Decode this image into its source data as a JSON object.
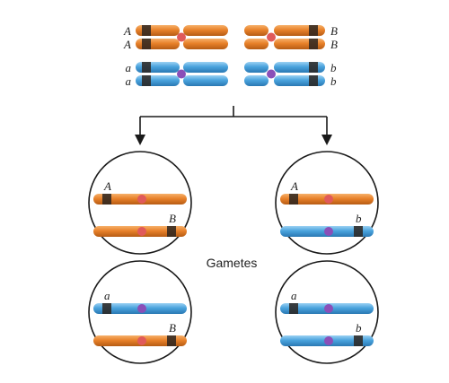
{
  "caption": "Gametes",
  "colors": {
    "orange": "#e8812a",
    "orange_dark": "#b65c14",
    "blue": "#4aa3dd",
    "blue_dark": "#2a78b3",
    "band": "#2b2420",
    "centromere_orange": "#e05a5a",
    "centromere_blue": "#8a4fb8",
    "line": "#1a1a1a"
  },
  "parent": {
    "pairs": [
      {
        "left": "A",
        "right": "B",
        "color": "orange"
      },
      {
        "left": "A",
        "right": "B",
        "color": "orange"
      },
      {
        "left": "a",
        "right": "b",
        "color": "blue"
      },
      {
        "left": "a",
        "right": "b",
        "color": "blue"
      }
    ]
  },
  "gametes": [
    {
      "top": {
        "color": "orange",
        "allele": "A"
      },
      "bottom": {
        "color": "orange",
        "allele": "B"
      }
    },
    {
      "top": {
        "color": "orange",
        "allele": "A"
      },
      "bottom": {
        "color": "blue",
        "allele": "b"
      }
    },
    {
      "top": {
        "color": "blue",
        "allele": "a"
      },
      "bottom": {
        "color": "orange",
        "allele": "B"
      }
    },
    {
      "top": {
        "color": "blue",
        "allele": "a"
      },
      "bottom": {
        "color": "blue",
        "allele": "b"
      }
    }
  ]
}
